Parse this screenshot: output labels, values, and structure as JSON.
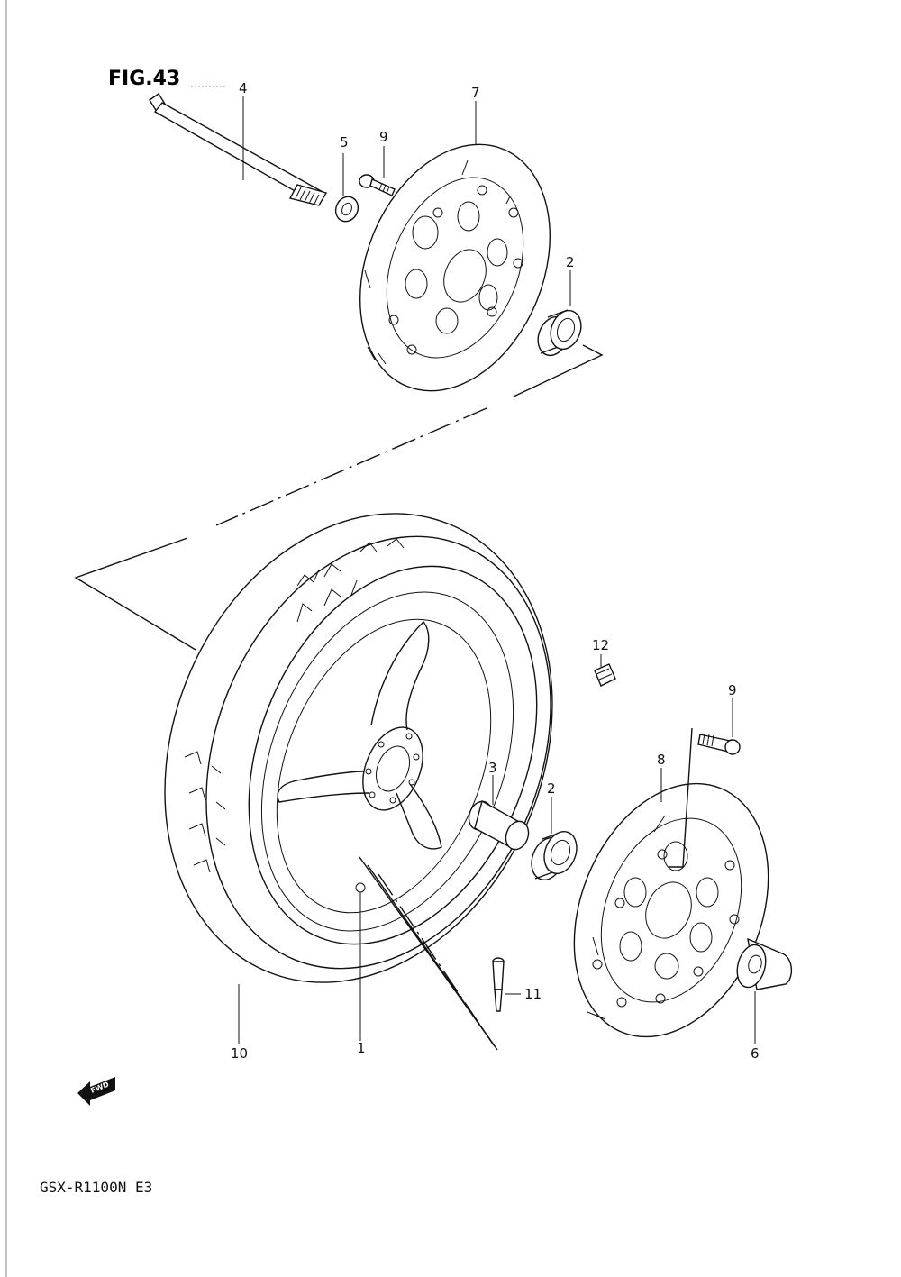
{
  "figure_title": "FIG.43",
  "model_code": "GSX-R1100N  E3",
  "fwd_label": "FWD",
  "parts": [
    {
      "ref": "1"
    },
    {
      "ref": "2"
    },
    {
      "ref": "2"
    },
    {
      "ref": "3"
    },
    {
      "ref": "4"
    },
    {
      "ref": "5"
    },
    {
      "ref": "6"
    },
    {
      "ref": "7"
    },
    {
      "ref": "8"
    },
    {
      "ref": "9"
    },
    {
      "ref": "9"
    },
    {
      "ref": "10"
    },
    {
      "ref": "11"
    },
    {
      "ref": "12"
    }
  ]
}
